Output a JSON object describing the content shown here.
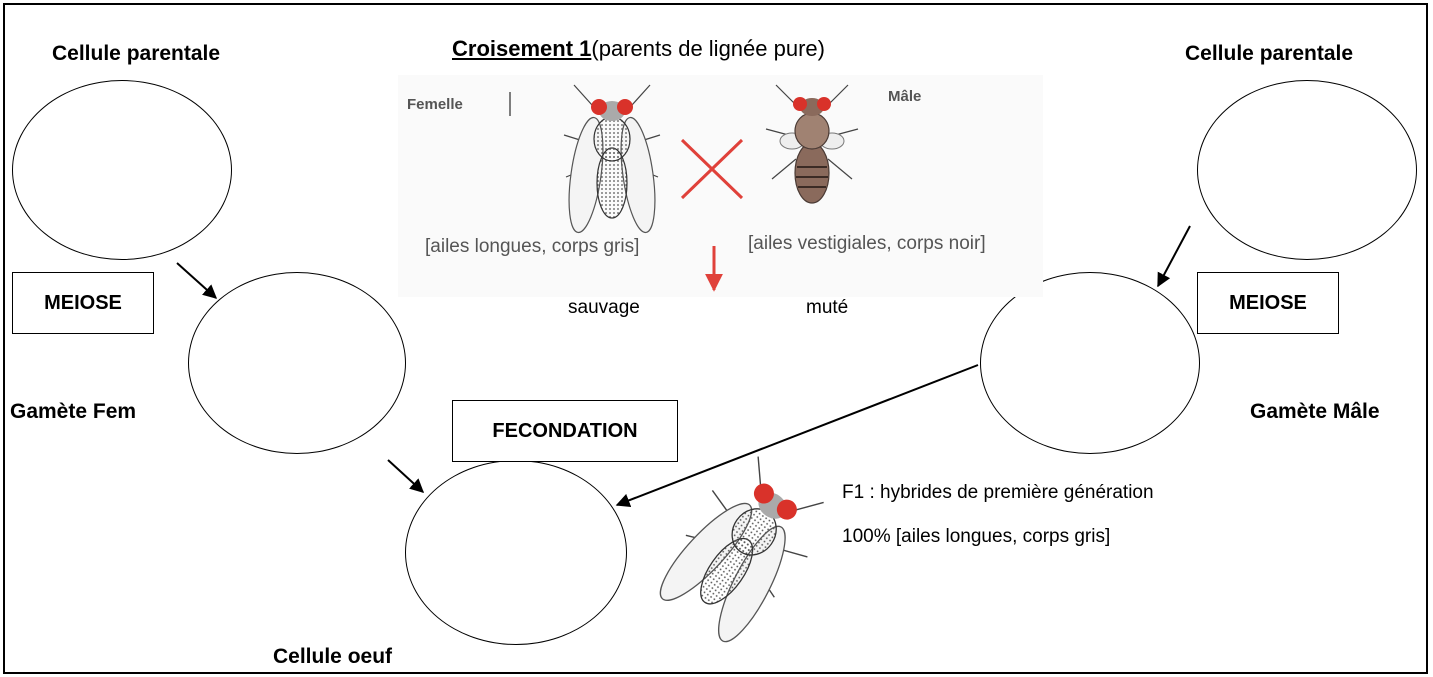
{
  "title": {
    "underlined": "Croisement 1",
    "rest": "(parents de lignée pure)"
  },
  "labels": {
    "parent_left": "Cellule parentale",
    "parent_right": "Cellule parentale",
    "gamete_fem": "Gamète Fem",
    "gamete_male": "Gamète Mâle",
    "egg_cell": "Cellule oeuf"
  },
  "boxes": {
    "meiose_left": "MEIOSE",
    "meiose_right": "MEIOSE",
    "fecondation": "FECONDATION"
  },
  "figure": {
    "female_label": "Femelle",
    "male_label": "Mâle",
    "female_phenotype": "[ailes longues, corps gris]",
    "male_phenotype": "[ailes vestigiales, corps noir]",
    "wild": "sauvage",
    "mutant": "muté"
  },
  "f1": {
    "line1": "F1 : hybrides de première génération",
    "line2": "100% [ailes longues, corps gris]"
  },
  "icons": [
    "fly-wild-icon",
    "fly-mutant-icon",
    "cross-icon",
    "down-arrow-icon",
    "fly-f1-icon"
  ],
  "colors": {
    "cross": "#e0413a",
    "fly_eye": "#d9322a"
  }
}
